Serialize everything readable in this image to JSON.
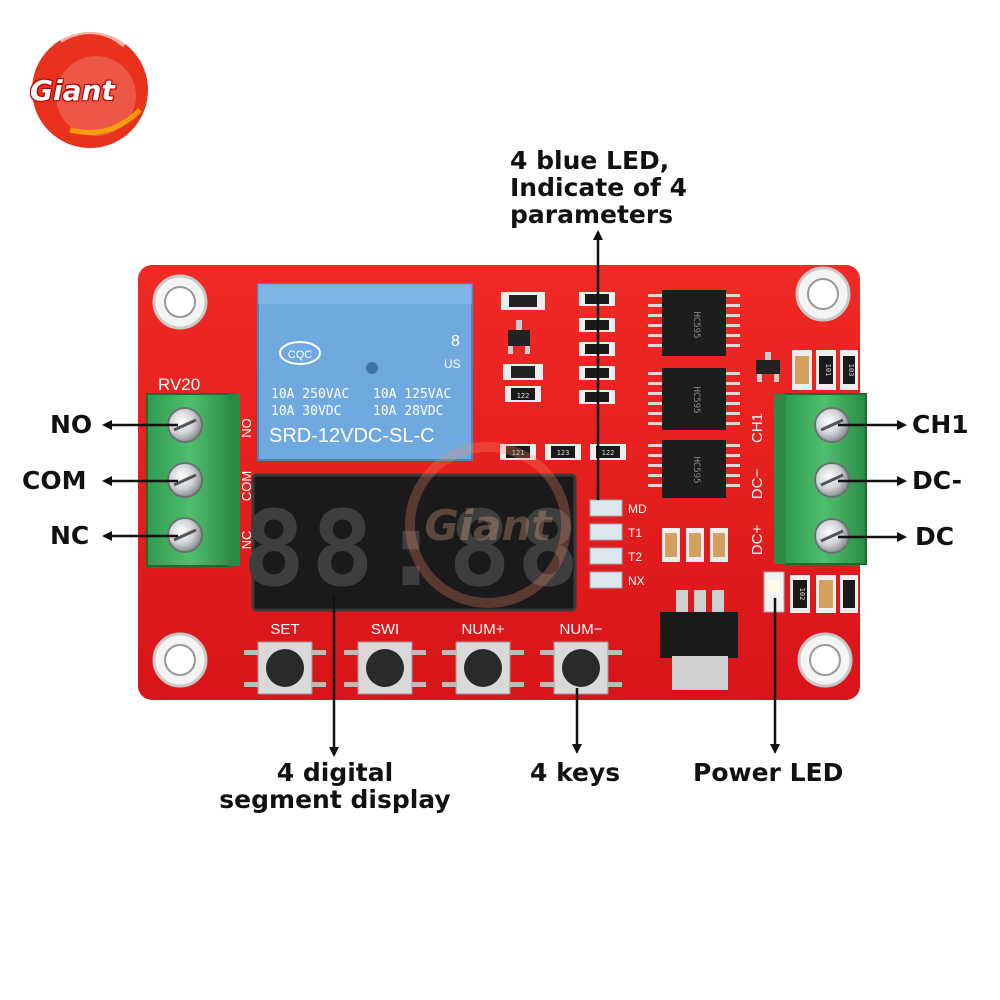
{
  "brand": {
    "logo_text": "Giant",
    "watermark_text": "Giant"
  },
  "board": {
    "relay": {
      "cert_marks": "CQC",
      "cert_number": "8",
      "ul_mark": "US",
      "ratings": [
        "10A 250VAC",
        "10A 125VAC",
        "10A 30VDC",
        "10A 28VDC"
      ],
      "model": "SRD-12VDC-SL-C"
    },
    "silkscreen": {
      "rv": "RV20",
      "no": "NO",
      "com": "COM",
      "nc": "NC",
      "ch1": "CH1",
      "dc_minus": "DC−",
      "dc_plus": "DC+",
      "led_md": "MD",
      "led_t1": "T1",
      "led_t2": "T2",
      "led_nx": "NX",
      "key_set": "SET",
      "key_swi": "SWI",
      "key_num_plus": "NUM+",
      "key_num_minus": "NUM−"
    },
    "display_digits": "88:88",
    "chip_label": "HC595",
    "smd_codes": [
      "122",
      "123",
      "121",
      "101",
      "103",
      "102"
    ]
  },
  "callouts": {
    "no": "NO",
    "com": "COM",
    "nc": "NC",
    "ch1": "CH1",
    "dc_minus": "DC-",
    "dc": "DC",
    "blue_led": [
      "4 blue LED,",
      "Indicate of 4",
      "parameters"
    ],
    "segment_display": [
      "4 digital",
      "segment display"
    ],
    "keys": "4 keys",
    "power_led": "Power LED"
  },
  "colors": {
    "pcb": "#e51c1c",
    "relay": "#6fa9e0",
    "terminal": "#3aa85a",
    "display": "#1a1a1a",
    "logo": "#e8321e"
  }
}
